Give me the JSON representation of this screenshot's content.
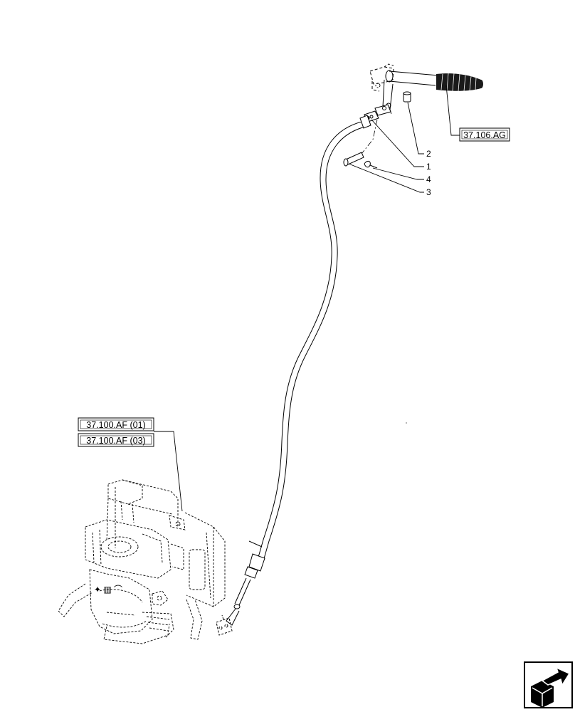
{
  "references": {
    "handle": "37.106.AG",
    "hitch_a": "37.100.AF (01)",
    "hitch_b": "37.100.AF (03)"
  },
  "callouts": [
    "2",
    "1",
    "4",
    "3"
  ],
  "icons": {
    "nav": "next-page-arrow-icon"
  },
  "colors": {
    "line": "#000000",
    "background": "#ffffff",
    "grip": "#1a1a1a"
  }
}
